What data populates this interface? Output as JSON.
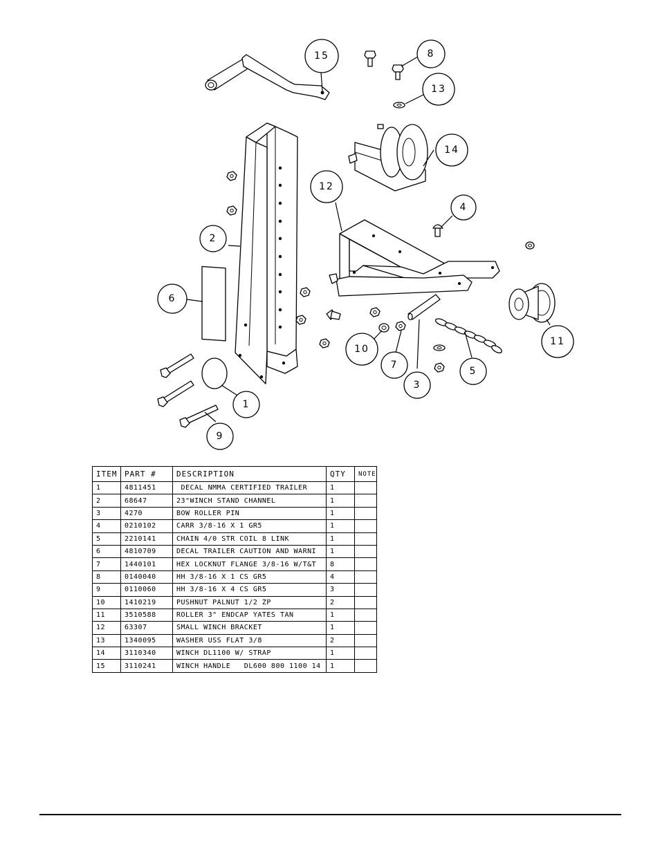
{
  "balloons": [
    {
      "label": "15"
    },
    {
      "label": "8"
    },
    {
      "label": "13"
    },
    {
      "label": "14"
    },
    {
      "label": "12"
    },
    {
      "label": "4"
    },
    {
      "label": "2"
    },
    {
      "label": "6"
    },
    {
      "label": "10"
    },
    {
      "label": "7"
    },
    {
      "label": "3"
    },
    {
      "label": "5"
    },
    {
      "label": "11"
    },
    {
      "label": "1"
    },
    {
      "label": "9"
    }
  ],
  "bom": {
    "headers": {
      "item": "ITEM",
      "part": "PART #",
      "description": "DESCRIPTION",
      "qty": "QTY",
      "note": "NOTE"
    },
    "rows": [
      {
        "item": "1",
        "part": "4811451",
        "description": " DECAL NMMA CERTIFIED TRAILER",
        "qty": "1",
        "note": ""
      },
      {
        "item": "2",
        "part": "68647",
        "description": "23\"WINCH STAND CHANNEL",
        "qty": "1",
        "note": ""
      },
      {
        "item": "3",
        "part": "4270",
        "description": "BOW ROLLER PIN",
        "qty": "1",
        "note": ""
      },
      {
        "item": "4",
        "part": "0210102",
        "description": "CARR 3/8-16 X 1 GR5",
        "qty": "1",
        "note": ""
      },
      {
        "item": "5",
        "part": "2210141",
        "description": "CHAIN 4/0 STR COIL 8 LINK",
        "qty": "1",
        "note": ""
      },
      {
        "item": "6",
        "part": "4810709",
        "description": "DECAL TRAILER CAUTION AND WARNI",
        "qty": "1",
        "note": ""
      },
      {
        "item": "7",
        "part": "1440101",
        "description": "HEX LOCKNUT FLANGE 3/8-16 W/T&T",
        "qty": "8",
        "note": ""
      },
      {
        "item": "8",
        "part": "0140040",
        "description": "HH 3/8-16 X 1 CS GR5",
        "qty": "4",
        "note": ""
      },
      {
        "item": "9",
        "part": "0110060",
        "description": "HH 3/8-16 X 4 CS GR5",
        "qty": "3",
        "note": ""
      },
      {
        "item": "10",
        "part": "1410219",
        "description": "PUSHNUT PALNUT 1/2 ZP",
        "qty": "2",
        "note": ""
      },
      {
        "item": "11",
        "part": "3510588",
        "description": "ROLLER 3\" ENDCAP YATES TAN",
        "qty": "1",
        "note": ""
      },
      {
        "item": "12",
        "part": "63307",
        "description": "SMALL WINCH BRACKET",
        "qty": "1",
        "note": ""
      },
      {
        "item": "13",
        "part": "1340095",
        "description": "WASHER USS FLAT 3/8",
        "qty": "2",
        "note": ""
      },
      {
        "item": "14",
        "part": "3110340",
        "description": "WINCH DL1100 W/ STRAP",
        "qty": "1",
        "note": ""
      },
      {
        "item": "15",
        "part": "3110241",
        "description": "WINCH HANDLE   DL600 800 1100 14",
        "qty": "1",
        "note": ""
      }
    ]
  }
}
